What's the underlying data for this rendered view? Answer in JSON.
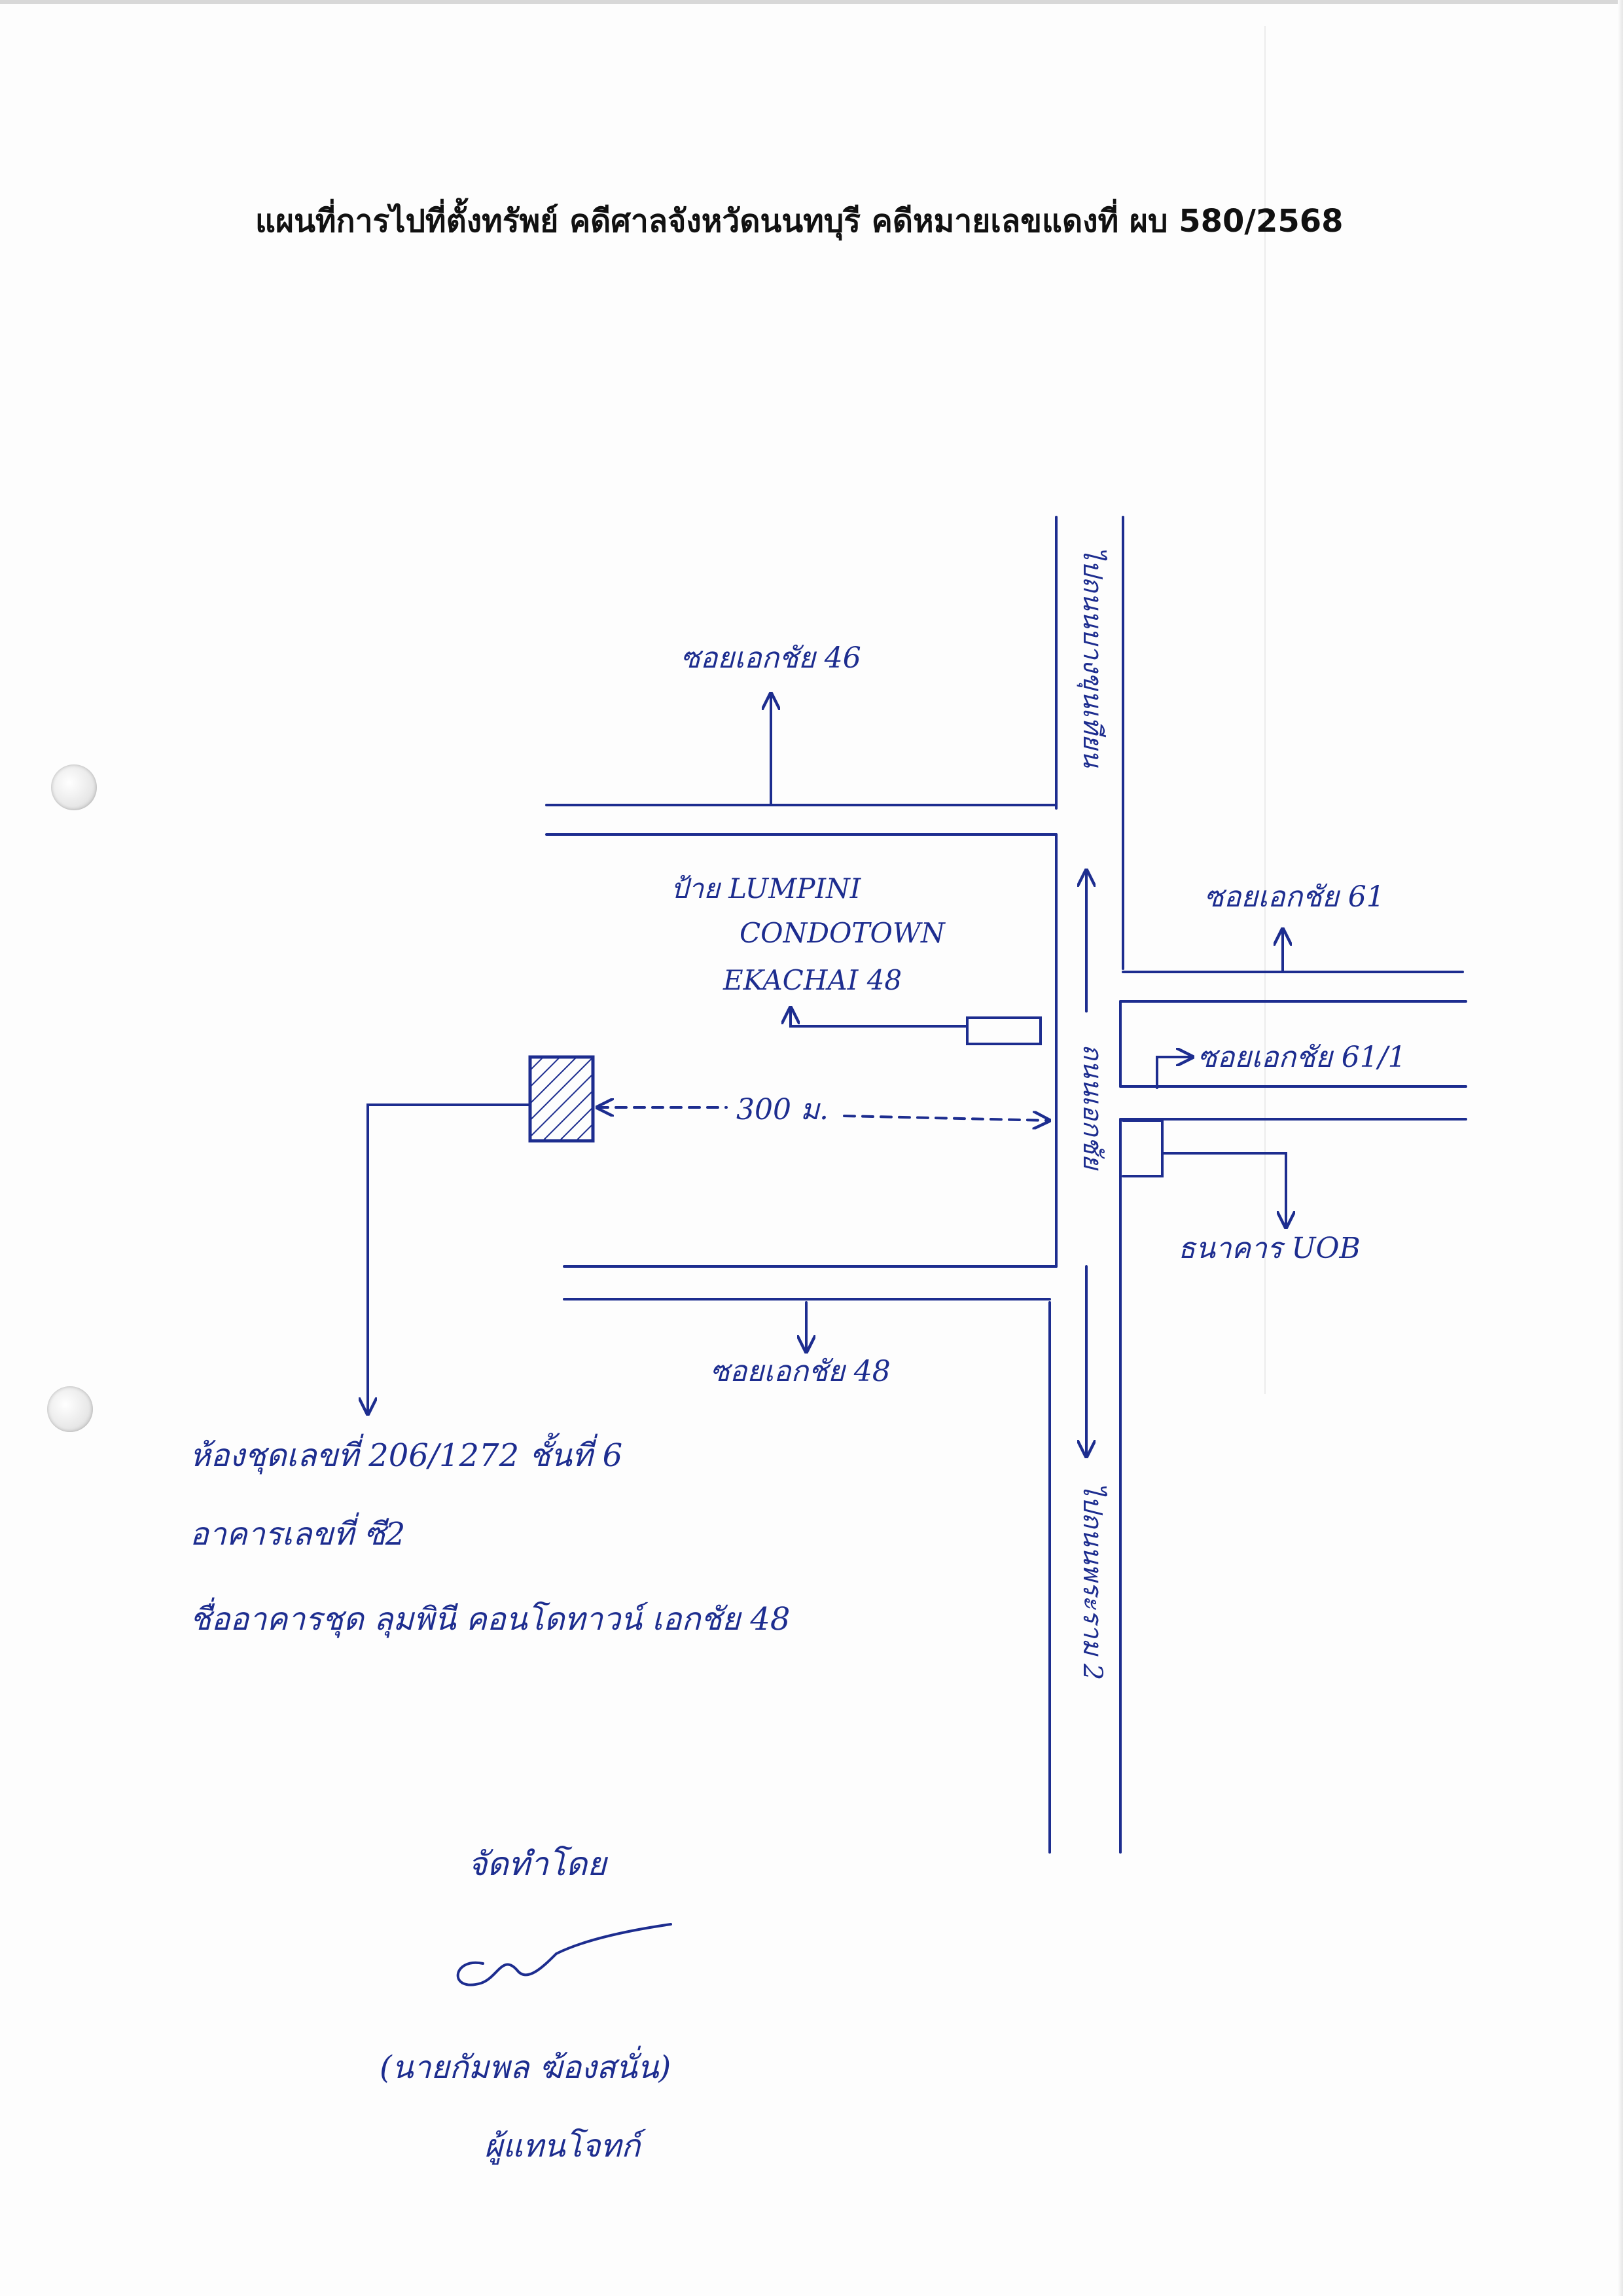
{
  "title": "แผนที่การไปที่ตั้งทรัพย์ คดีศาลจังหวัดนนทบุรี คดีหมายเลขแดงที่ ผบ 580/2568",
  "colors": {
    "ink": "#1d2d8f",
    "print": "#111111",
    "paper": "#fdfdfd"
  },
  "map": {
    "road_top_label": "ไปถนนบางขุนเทียน",
    "road_main_label": "ถนนเอกชัย",
    "road_bottom_label": "ไปถนนพระราม 2",
    "soi_46": "ซอยเอกชัย 46",
    "soi_61": "ซอยเอกชัย 61",
    "soi_61_1": "ซอยเอกชัย 61/1",
    "soi_48": "ซอยเอกชัย 48",
    "sign_label_line1": "ป้าย LUMPINI",
    "sign_label_line2": "CONDOTOWN",
    "sign_label_line3": "EKACHAI 48",
    "distance_label": "300 ม.",
    "bank_label": "ธนาคาร UOB"
  },
  "property": {
    "unit_line": "ห้องชุดเลขที่ 206/1272 ชั้นที่ 6",
    "building_line": "อาคารเลขที่ ซี2",
    "condo_line": "ชื่ออาคารชุด ลุมพินี คอนโดทาวน์ เอกชัย 48"
  },
  "signature": {
    "prepared_by": "จัดทำโดย",
    "name": "(นายกัมพล ฆ้องสนั่น)",
    "role": "ผู้แทนโจทก์"
  }
}
